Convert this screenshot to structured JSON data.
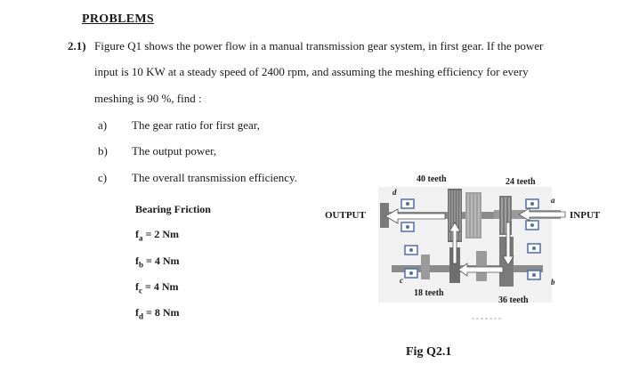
{
  "heading": "PROBLEMS",
  "question": {
    "number": "2.1)",
    "line1": "Figure Q1 shows the power flow in a manual transmission gear system, in first gear. If the power",
    "line2": "input is 10 KW at a steady speed of 2400 rpm, and assuming the meshing efficiency for every",
    "line3": "meshing is 90 %,  find :"
  },
  "subquestions": [
    {
      "label": "a)",
      "text": "The gear ratio for  first gear,"
    },
    {
      "label": "b)",
      "text": "The output power,"
    },
    {
      "label": "c)",
      "text": "The overall transmission efficiency."
    }
  ],
  "bearing_friction": {
    "title": "Bearing  Friction",
    "items": [
      {
        "symbol": "f",
        "sub": "a",
        "value": "2 Nm"
      },
      {
        "symbol": "f",
        "sub": "b",
        "value": "4  Nm"
      },
      {
        "symbol": "f",
        "sub": "c",
        "value": "4  Nm"
      },
      {
        "symbol": "f",
        "sub": "d",
        "value": "8  Nm"
      }
    ]
  },
  "figure": {
    "output_label": "OUTPUT",
    "input_label": "INPUT",
    "teeth_top_left": "40 teeth",
    "teeth_top_right": "24 teeth",
    "teeth_bottom_left": "18 teeth",
    "teeth_bottom_right": "36 teeth",
    "bearing_a": "a",
    "bearing_b": "b",
    "bearing_c": "c",
    "bearing_d": "d",
    "caption": "Fig  Q2.1"
  },
  "colors": {
    "text": "#1a1a1a",
    "gear_gray": "#8a8a8a",
    "bearing_blue": "#4f6fb0"
  }
}
